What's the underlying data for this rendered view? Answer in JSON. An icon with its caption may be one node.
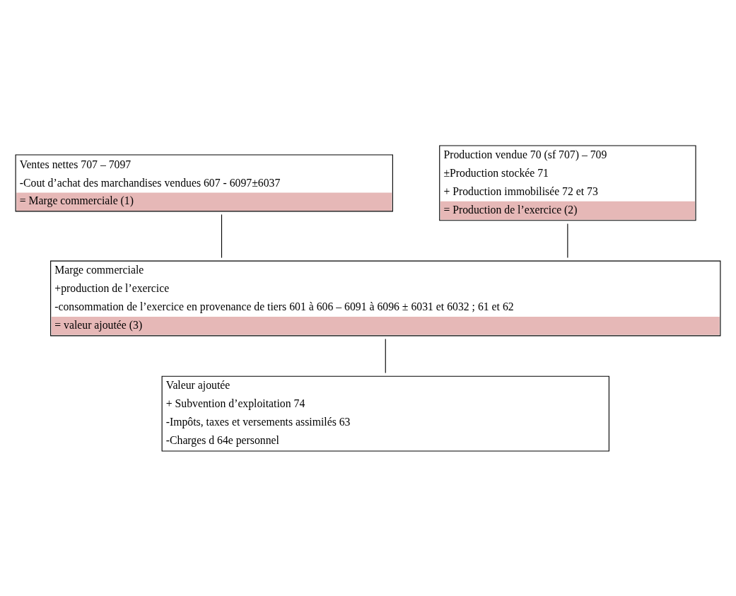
{
  "diagram": {
    "nodes": [
      {
        "text": [
          "Ventes nettes 707 – 7097",
          "-Cout d’achat des marchandises vendues 607 - 6097±6037",
          "= Marge commerciale (1)"
        ]
      },
      {
        "text": [
          "Production vendue 70 (sf 707) – 709",
          "±Production stockée 71",
          "+ Production immobilisée 72 et 73",
          "= Production de l’exercice (2)"
        ]
      },
      {
        "text": [
          "Marge commerciale",
          "+production de l’exercice",
          "-consommation de l’exercice en provenance de tiers 601 à 606 – 6091 à 6096 ± 6031 et 6032 ; 61 et 62",
          "= valeur ajoutée (3)"
        ]
      },
      {
        "text": [
          "Valeur ajoutée",
          "+ Subvention d’exploitation 74",
          "-Impôts, taxes et versements assimilés 63",
          "-Charges d 64e personnel"
        ]
      }
    ],
    "edges": [
      {
        "from": 0,
        "to": 2,
        "arrow": "none"
      },
      {
        "from": 1,
        "to": 2,
        "arrow": "none"
      },
      {
        "from": 2,
        "to": 3,
        "arrow": "none"
      }
    ]
  }
}
